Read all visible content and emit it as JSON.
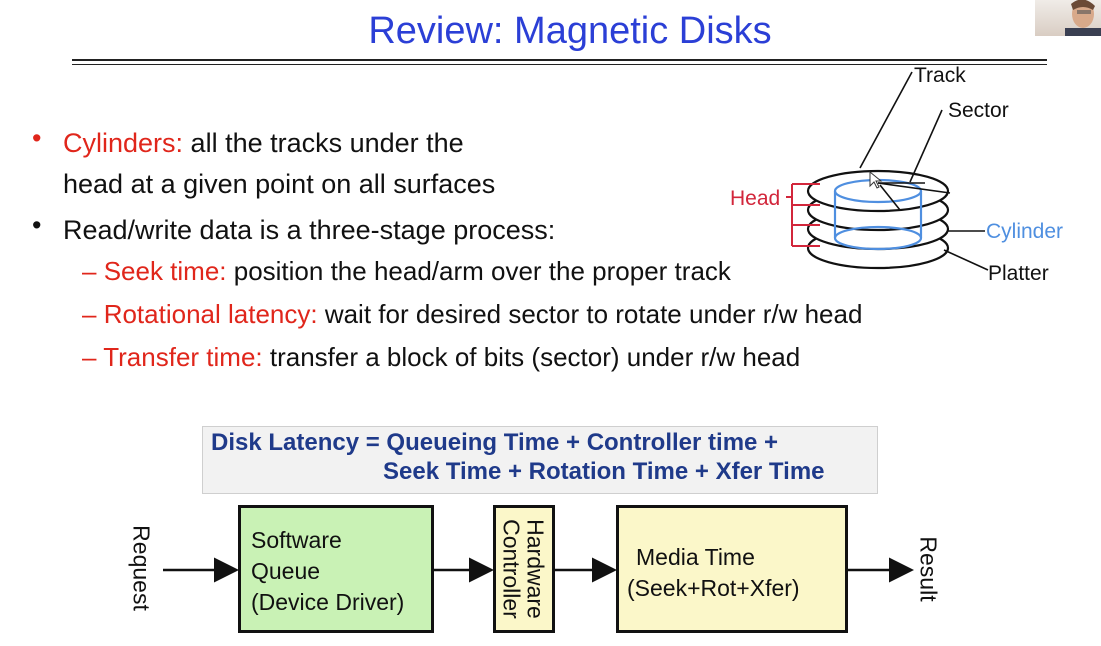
{
  "slide": {
    "title": "Review: Magnetic Disks",
    "bullets": [
      {
        "term": "Cylinders:",
        "line1": " all the tracks under the",
        "line2": "head at a given point on all surfaces"
      },
      {
        "text": "Read/write data is a three-stage process:"
      }
    ],
    "subbullets": [
      {
        "dash": "– ",
        "term": "Seek time:",
        "text": " position the head/arm over the proper track"
      },
      {
        "dash": "– ",
        "term": "Rotational latency:",
        "text": " wait for desired sector to rotate under r/w head"
      },
      {
        "dash": "– ",
        "term": "Transfer time:",
        "text": " transfer a block of bits (sector) under r/w head"
      }
    ],
    "diagram_labels": {
      "track": "Track",
      "sector": "Sector",
      "head": "Head",
      "cylinder": "Cylinder",
      "platter": "Platter"
    },
    "formula": {
      "line1": "Disk Latency = Queueing Time + Controller time +",
      "line2": "Seek Time + Rotation Time + Xfer Time"
    },
    "pipeline": {
      "request": "Request",
      "software_queue": [
        "Software",
        "Queue",
        "(Device Driver)"
      ],
      "hardware_controller": [
        "Hardware",
        "Controller"
      ],
      "media_time": [
        "Media Time",
        "(Seek+Rot+Xfer)"
      ],
      "result": "Result"
    },
    "colors": {
      "title": "#2b3fd6",
      "term": "#e0261b",
      "formula": "#1f3a8a",
      "cylinder": "#4f8fe0",
      "software_box": "#c9f2b5",
      "hardware_box": "#fbf7c9"
    }
  }
}
